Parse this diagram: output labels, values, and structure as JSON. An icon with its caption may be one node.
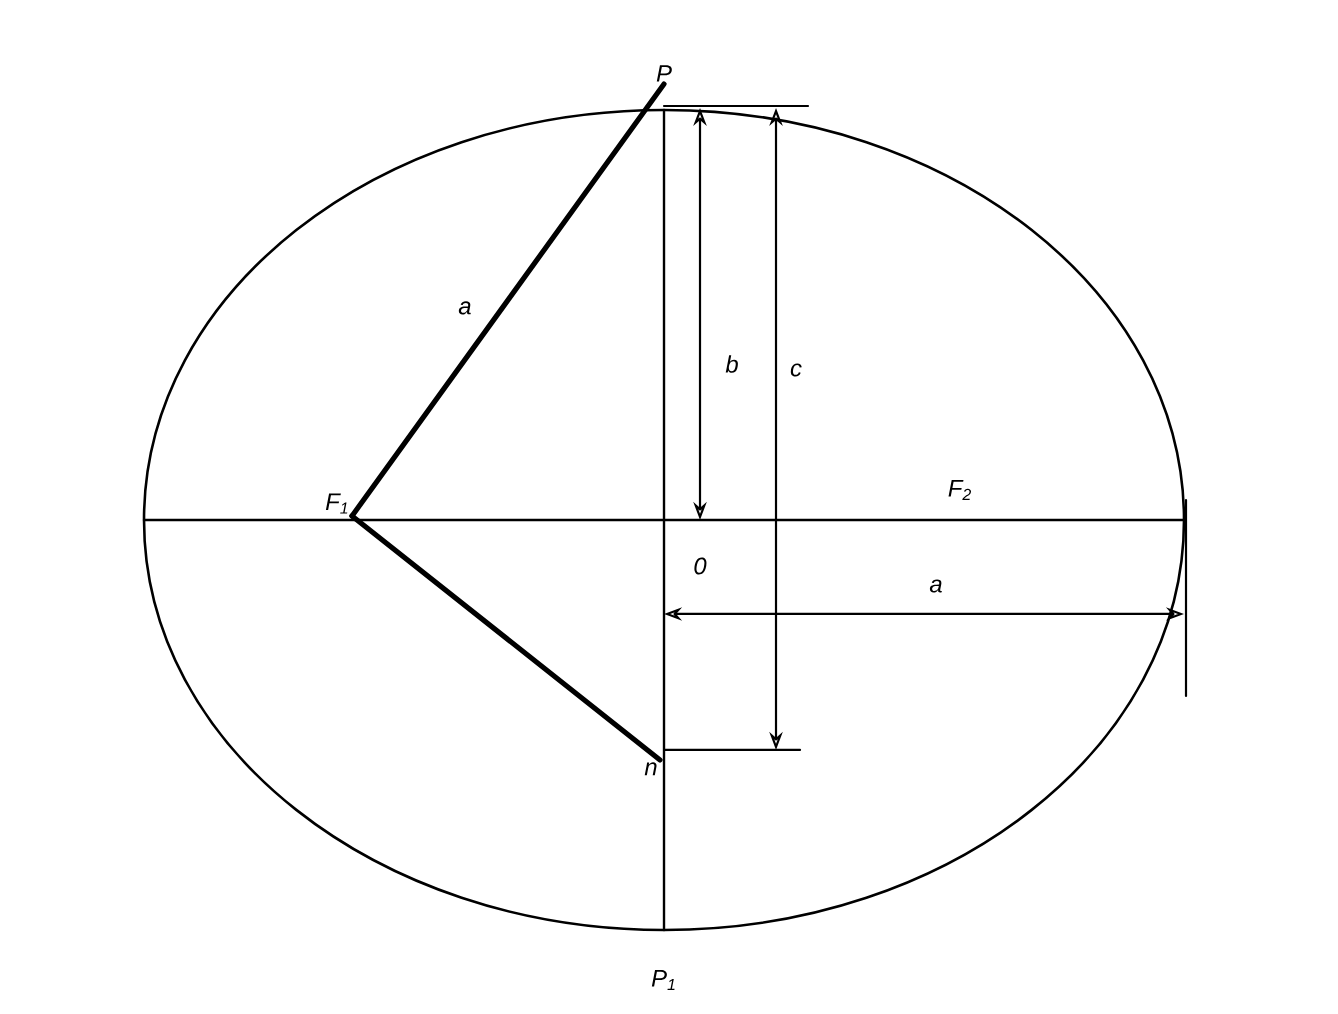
{
  "diagram": {
    "nodes": [
      {
        "text": [
          "P"
        ]
      },
      {
        "text": [
          "F$_{1}$"
        ]
      },
      {
        "text": [
          "n"
        ]
      }
    ],
    "edges": [
      {
        "from": 1,
        "to": 0,
        "arrow": "none",
        "label": "a"
      },
      {
        "from": 1,
        "to": 2,
        "arrow": "none"
      }
    ],
    "labels": [
      "b",
      "c",
      "F$_{2}$",
      "0",
      "a",
      "P$_{1}$"
    ]
  }
}
